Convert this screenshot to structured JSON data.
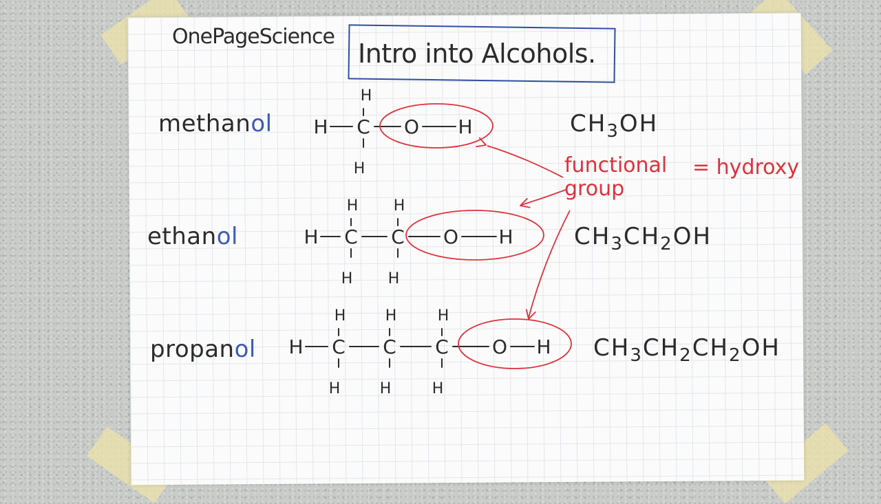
{
  "brand": "OnePageScience",
  "title": "Intro into Alcohols.",
  "alcohols": [
    {
      "name_prefix": "methan",
      "name_suffix": "ol",
      "formula_parts": [
        "CH",
        "3",
        "OH"
      ]
    },
    {
      "name_prefix": "ethan",
      "name_suffix": "ol",
      "formula_parts": [
        "CH",
        "3",
        "CH",
        "2",
        "OH"
      ]
    },
    {
      "name_prefix": "propan",
      "name_suffix": "ol",
      "formula_parts": [
        "CH",
        "3",
        "CH",
        "2",
        "CH",
        "2",
        "OH"
      ]
    }
  ],
  "annotation": {
    "line1": "functional",
    "line2": "group",
    "equals": "= hydroxy"
  },
  "atoms": {
    "H": "H",
    "C": "C",
    "O": "O",
    "bond_h": "—",
    "bond_v": "|",
    "dash": "-"
  },
  "colors": {
    "ink": "#2b2b2b",
    "blue": "#3c5bb8",
    "red": "#e0303a",
    "box": "#2d4fa3"
  }
}
